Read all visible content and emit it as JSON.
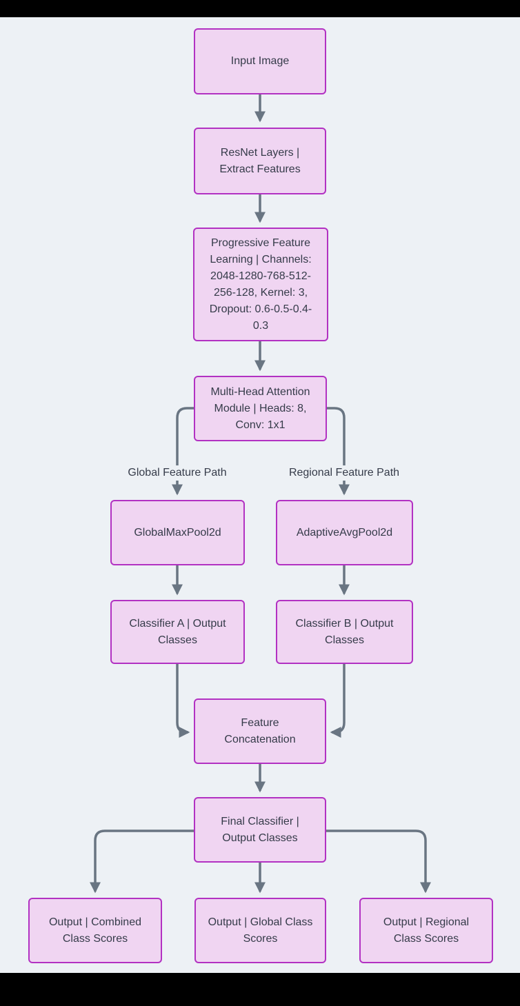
{
  "page": {
    "background_color": "#edf1f5",
    "letterbox_color": "#000000"
  },
  "theme": {
    "node_fill": "#f0d5f2",
    "node_border": "#b231c2",
    "node_text_color": "#353b49",
    "edge_color": "#697582"
  },
  "flowchart": {
    "nodes": [
      {
        "id": "input-image",
        "label": "Input Image"
      },
      {
        "id": "resnet-layers",
        "label": "ResNet Layers | Extract Features"
      },
      {
        "id": "progressive-feature-learning",
        "label": "Progressive Feature Learning | Channels: 2048-1280-768-512-256-128, Kernel: 3, Dropout: 0.6-0.5-0.4-0.3"
      },
      {
        "id": "multi-head-attention",
        "label": "Multi-Head Attention Module | Heads: 8, Conv: 1x1"
      },
      {
        "id": "global-max-pool",
        "label": "GlobalMaxPool2d"
      },
      {
        "id": "adaptive-avg-pool",
        "label": "AdaptiveAvgPool2d"
      },
      {
        "id": "classifier-a",
        "label": "Classifier A | Output Classes"
      },
      {
        "id": "classifier-b",
        "label": "Classifier B | Output Classes"
      },
      {
        "id": "feature-concatenation",
        "label": "Feature Concatenation"
      },
      {
        "id": "final-classifier",
        "label": "Final Classifier | Output Classes"
      },
      {
        "id": "output-combined",
        "label": "Output | Combined Class Scores"
      },
      {
        "id": "output-global",
        "label": "Output | Global Class Scores"
      },
      {
        "id": "output-regional",
        "label": "Output | Regional Class Scores"
      }
    ],
    "edge_labels": [
      {
        "id": "global-feature-path",
        "label": "Global Feature Path"
      },
      {
        "id": "regional-feature-path",
        "label": "Regional Feature Path"
      }
    ]
  }
}
